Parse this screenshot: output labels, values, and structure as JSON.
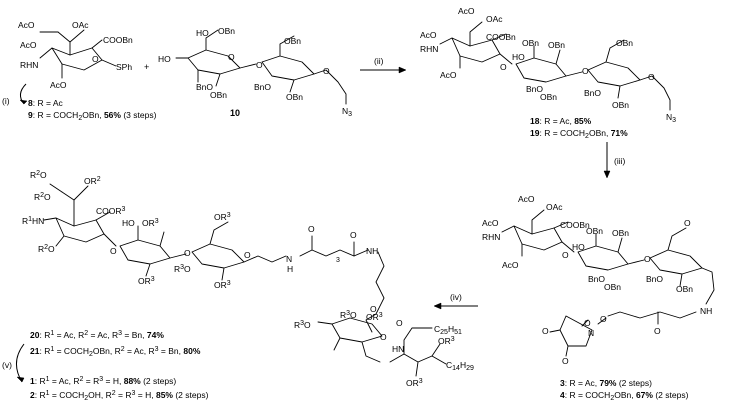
{
  "scheme": {
    "top_left": {
      "donor_labels": {
        "aco1": "AcO",
        "oac1": "OAc",
        "aco2": "AcO",
        "rhn": "RHN",
        "aco3": "AcO",
        "coobn": "COOBn",
        "sph": "SPh",
        "o_ring": "O"
      },
      "plus": "+",
      "acceptor_labels": {
        "ho1": "HO",
        "obn1": "OBn",
        "ho2": "HO",
        "o1": "O",
        "obn2": "OBn",
        "bno1": "BnO",
        "obn3": "OBn",
        "obn4": "OBn",
        "bno2": "BnO",
        "o2": "O",
        "o3": "O",
        "n3": "N",
        "n3_sub": "3"
      },
      "compound_10": "10",
      "step_i": "(i)",
      "cmpd8_num": "8",
      "cmpd8_text": ": R = Ac",
      "cmpd9_num": "9",
      "cmpd9_text": ": R = COCH",
      "cmpd9_sub": "2",
      "cmpd9_rest": "OBn, ",
      "cmpd9_yield": "56%",
      "cmpd9_steps": " (3 steps)",
      "step_ii": "(ii)"
    },
    "top_right": {
      "labels": {
        "aco1": "AcO",
        "oac": "OAc",
        "aco2": "AcO",
        "rhn": "RHN",
        "coobn": "COOBn",
        "ho": "HO",
        "obn1": "OBn",
        "obn2": "OBn",
        "aco3": "AcO",
        "o1": "O",
        "o2": "O",
        "bno1": "BnO",
        "obn3": "OBn",
        "obn4": "OBn",
        "bno2": "BnO",
        "o3": "O",
        "obn5": "OBn",
        "n3": "N",
        "n3_sub": "3"
      },
      "cmpd18_num": "18",
      "cmpd18_text": ": R = Ac, ",
      "cmpd18_yield": "85%",
      "cmpd19_num": "19",
      "cmpd19_text": ": R = COCH",
      "cmpd19_sub": "2",
      "cmpd19_rest": "OBn, ",
      "cmpd19_yield": "71%",
      "step_iii": "(iii)"
    },
    "bottom_left": {
      "labels": {
        "r2o1": "R",
        "r2o1_sup": "2",
        "r2o1_o": "O",
        "or2_1": "OR",
        "or2_1_sup": "2",
        "r2o2": "R",
        "r2o2_sup": "2",
        "r2o2_o": "O",
        "r1hn_r": "R",
        "r1hn_sup": "1",
        "r1hn_hn": "HN",
        "coor3": "COOR",
        "coor3_sup": "3",
        "ho": "HO",
        "or3_1": "OR",
        "or3_1_sup": "3",
        "or3_2": "OR",
        "or3_2_sup": "3",
        "r2o3": "R",
        "r2o3_sup": "2",
        "r2o3_o": "O",
        "o_link": "O",
        "o1": "O",
        "r3o": "R",
        "r3o_sup": "3",
        "r3o_o": "O",
        "or3_3": "OR",
        "or3_3_sup": "3",
        "or3_4": "OR",
        "or3_4_sup": "3",
        "o2": "O",
        "nh_amide": "N",
        "nh_h": "H",
        "o_c1": "O",
        "o_c2": "O",
        "ch2_3": "3",
        "nh2": "NH",
        "r3o_b1": "R",
        "r3o_b1_sup": "3",
        "r3o_b1_o": "O",
        "or3_b": "OR",
        "or3_b_sup": "3",
        "r3o_b2": "R",
        "r3o_b2_sup": "3",
        "r3o_b2_o": "O",
        "o_gal": "O",
        "o_ring_b": "O",
        "c25": "C",
        "c25_sub": "25",
        "c25_h": "H",
        "c25_h_sub": "51",
        "o_acyl": "O",
        "hn_cer": "HN",
        "or3_c": "OR",
        "or3_c_sup": "3",
        "c14": "C",
        "c14_sub": "14",
        "c14_h": "H",
        "c14_h_sub": "29",
        "or3_d": "OR",
        "or3_d_sup": "3"
      },
      "step_iv": "(iv)",
      "step_v": "(v)",
      "cmpd20": {
        "num": "20",
        "a": ": R",
        "a_sup": "1",
        "b": " = Ac, R",
        "b_sup": "2",
        "c": " = Ac, R",
        "c_sup": "3",
        "d": " = Bn, ",
        "yield": "74%"
      },
      "cmpd21": {
        "num": "21",
        "a": ": R",
        "a_sup": "1",
        "b": " = COCH",
        "b_sub": "2",
        "c": "OBn, R",
        "c_sup": "2",
        "d": " = Ac, R",
        "d_sup": "3",
        "e": " = Bn, ",
        "yield": "80%"
      },
      "cmpd1": {
        "num": "1",
        "a": ": R",
        "a_sup": "1",
        "b": " = Ac, R",
        "b_sup": "2",
        "c": " = R",
        "c_sup": "3",
        "d": " = H, ",
        "yield": "88%",
        "steps": " (2 steps)"
      },
      "cmpd2": {
        "num": "2",
        "a": ": R",
        "a_sup": "1",
        "b": " = COCH",
        "b_sub": "2",
        "c": "OH, R",
        "c_sup": "2",
        "d": " = R",
        "d_sup": "3",
        "e": " = H, ",
        "yield": "85%",
        "steps": " (2 steps)"
      }
    },
    "bottom_right": {
      "labels": {
        "aco1": "AcO",
        "oac": "OAc",
        "aco2": "AcO",
        "rhn": "RHN",
        "coobn": "COOBn",
        "ho": "HO",
        "obn1": "OBn",
        "obn2": "OBn",
        "aco3": "AcO",
        "o1": "O",
        "o2": "O",
        "bno1": "BnO",
        "obn3": "OBn",
        "obn4": "OBn",
        "bno2": "BnO",
        "o3": "O",
        "nh": "N",
        "nh_h": "H",
        "o_am": "O",
        "o_est": "O",
        "o_nhs": "O",
        "n_nhs": "N",
        "o_nhs1": "O",
        "o_nhs2": "O"
      },
      "cmpd3_num": "3",
      "cmpd3_text": ": R = Ac, ",
      "cmpd3_yield": "79%",
      "cmpd3_steps": " (2 steps)",
      "cmpd4_num": "4",
      "cmpd4_text": ": R = COCH",
      "cmpd4_sub": "2",
      "cmpd4_rest": "OBn, ",
      "cmpd4_yield": "67%",
      "cmpd4_steps": " (2 steps)"
    }
  }
}
